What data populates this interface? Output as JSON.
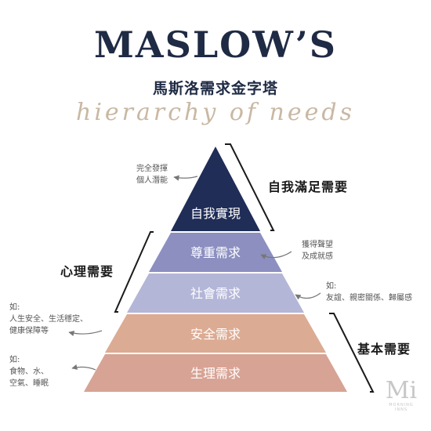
{
  "header": {
    "title": "MASLOW’S",
    "subtitle": "馬斯洛需求金字塔",
    "script": "hierarchy of needs"
  },
  "pyramid": {
    "levels": [
      {
        "label": "自我實現",
        "color": "#1f2d57"
      },
      {
        "label": "尊重需求",
        "color": "#8c8fc0"
      },
      {
        "label": "社會需求",
        "color": "#b4b6d8"
      },
      {
        "label": "安全需求",
        "color": "#dcab93"
      },
      {
        "label": "生理需求",
        "color": "#d7a394"
      }
    ]
  },
  "categories": {
    "self_fulfillment": "自我滿足需要",
    "psychological": "心理需要",
    "basic": "基本需要"
  },
  "annotations": {
    "top_left": [
      "完全發揮",
      "個人潛能"
    ],
    "esteem_right": [
      "獲得聲望",
      "及成就感"
    ],
    "social_right": [
      "如:",
      "友誼、親密關係、歸屬感"
    ],
    "safety_left": [
      "如:",
      "人生安全、生活穩定、",
      "健康保障等"
    ],
    "physio_left": [
      "如:",
      "食物、水、",
      "空氣、睡眠"
    ]
  },
  "logo": {
    "mark": "Mi",
    "text": "MORNING INNS"
  }
}
